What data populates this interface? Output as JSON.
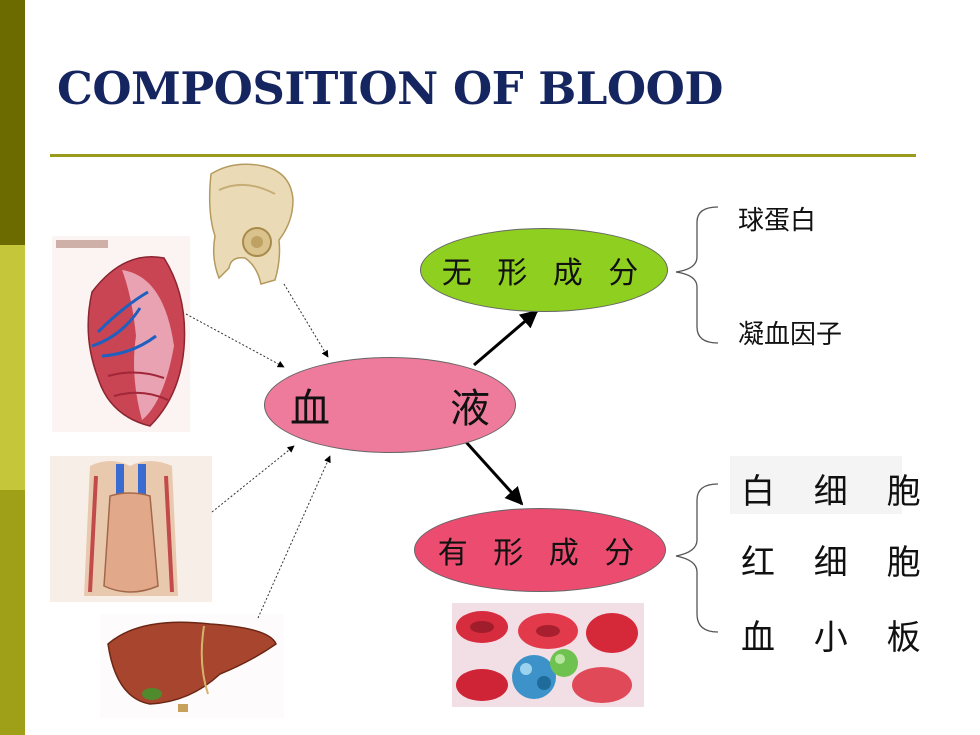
{
  "slide": {
    "title": "COMPOSITION OF BLOOD"
  },
  "diagram": {
    "center_node": "血　液",
    "plasma_node": "无 形 成 分",
    "formed_node": "有 形 成 分",
    "plasma_items": [
      "球蛋白",
      "凝血因子"
    ],
    "formed_items": [
      "白 细 胞",
      "红 细 胞",
      "血 小 板"
    ]
  },
  "images": {
    "pelvis": "pelvic-bone-illustration",
    "spleen": "spleen-anatomy-illustration",
    "thymus": "thymus-anatomy-illustration",
    "liver": "liver-anatomy-illustration",
    "cells": "blood-cells-micrograph"
  },
  "colors": {
    "title": "#15255f",
    "rule": "#9a9a1c",
    "blood_node": "#ee7a9c",
    "plasma_node": "#8fcf1f",
    "formed_node": "#ec4c70"
  }
}
